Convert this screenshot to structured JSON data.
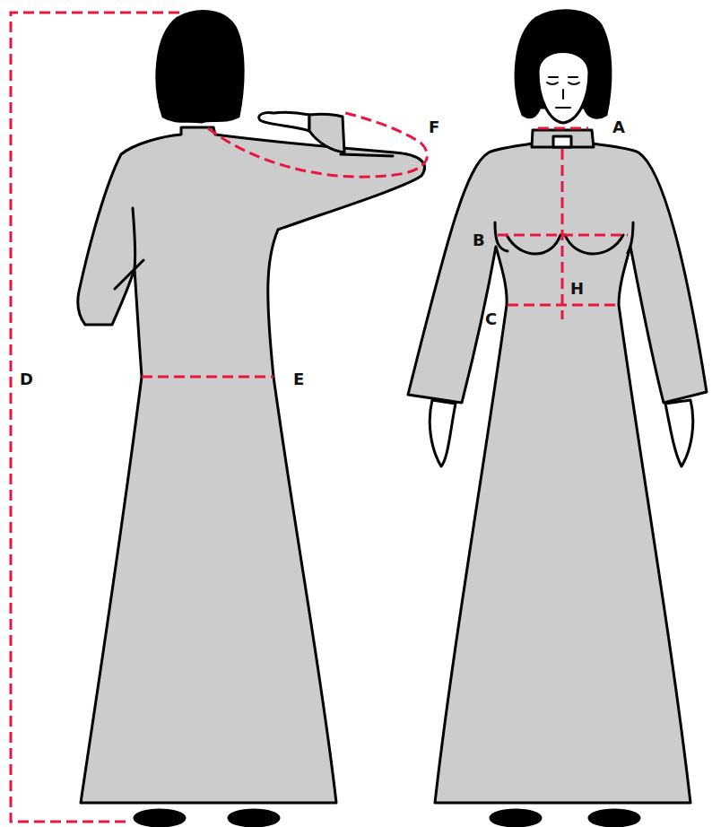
{
  "diagram": {
    "labels": [
      "F",
      "A",
      "B",
      "H",
      "C",
      "D",
      "E"
    ]
  }
}
